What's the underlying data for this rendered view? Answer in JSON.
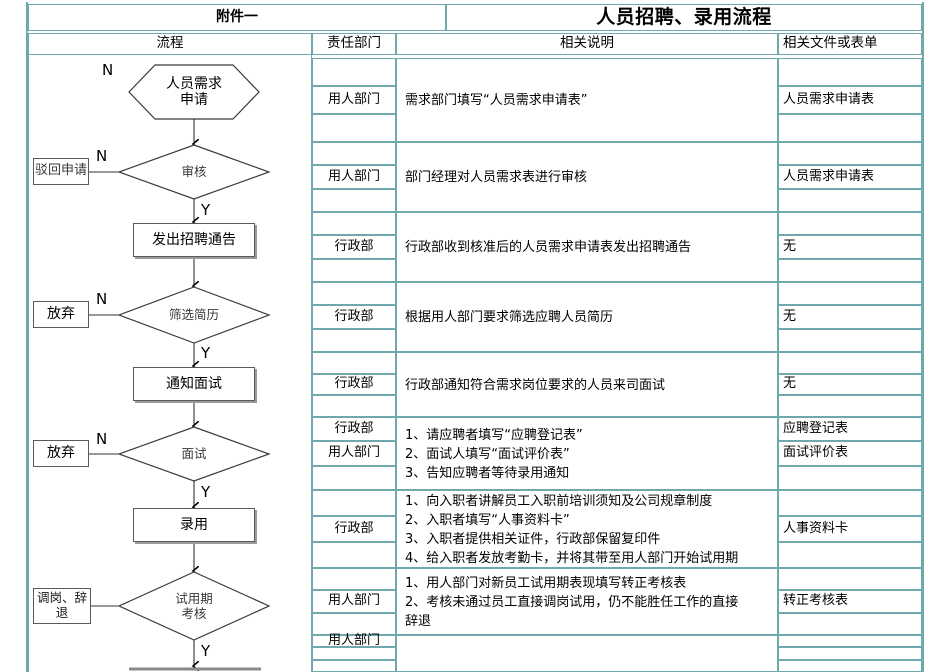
{
  "document": {
    "attachment_label": "附件一",
    "title": "人员招聘、录用流程"
  },
  "table": {
    "headers": {
      "flow": "流程",
      "department": "责任部门",
      "description": "相关说明",
      "documents": "相关文件或表单"
    },
    "rows": [
      {
        "departments": [
          "",
          "用人部门",
          ""
        ],
        "description": "需求部门填写“人员需求申请表”",
        "documents": [
          "",
          "人员需求申请表",
          ""
        ]
      },
      {
        "departments": [
          "",
          "用人部门",
          ""
        ],
        "description": "部门经理对人员需求表进行审核",
        "documents": [
          "",
          "人员需求申请表",
          ""
        ]
      },
      {
        "departments": [
          "",
          "行政部",
          ""
        ],
        "description": "行政部收到核准后的人员需求申请表发出招聘通告",
        "documents": [
          "",
          "无",
          ""
        ]
      },
      {
        "departments": [
          "",
          "行政部",
          ""
        ],
        "description": "根据用人部门要求筛选应聘人员简历",
        "documents": [
          "",
          "无",
          ""
        ]
      },
      {
        "departments": [
          "",
          "行政部",
          ""
        ],
        "description": "行政部通知符合需求岗位要求的人员来司面试",
        "documents": [
          "",
          "无",
          ""
        ]
      },
      {
        "departments": [
          "行政部",
          "用人部门",
          ""
        ],
        "description": "1、请应聘者填写“应聘登记表”\n2、面试人填写“面试评价表”\n3、告知应聘者等待录用通知",
        "documents": [
          "应聘登记表",
          "面试评价表",
          ""
        ]
      },
      {
        "departments": [
          "",
          "行政部",
          ""
        ],
        "description": "1、向入职者讲解员工入职前培训须知及公司规章制度\n2、入职者填写“人事资料卡”\n3、入职者提供相关证件，行政部保留复印件\n4、给入职者发放考勤卡，并将其带至用人部门开始试用期",
        "documents": [
          "",
          "人事资料卡",
          ""
        ]
      },
      {
        "departments": [
          "",
          "用人部门",
          ""
        ],
        "description": "1、用人部门对新员工试用期表现填写转正考核表\n2、考核未通过员工直接调岗试用，仍不能胜任工作的直接\n    辞退",
        "documents": [
          "",
          "转正考核表",
          ""
        ]
      },
      {
        "departments": [
          "用人部门",
          "",
          ""
        ],
        "description": "",
        "documents": [
          "",
          "",
          ""
        ]
      }
    ]
  },
  "flowchart": {
    "nodes": [
      {
        "id": "apply",
        "shape": "hexagon",
        "label": "人员需求\n申请"
      },
      {
        "id": "review",
        "shape": "diamond",
        "label": "审核"
      },
      {
        "id": "reject",
        "shape": "box",
        "label": "驳回申请"
      },
      {
        "id": "announce",
        "shape": "box",
        "label": "发出招聘通告"
      },
      {
        "id": "screen",
        "shape": "diamond",
        "label": "筛选简历"
      },
      {
        "id": "giveup1",
        "shape": "box",
        "label": "放弃"
      },
      {
        "id": "notify",
        "shape": "box",
        "label": "通知面试"
      },
      {
        "id": "interview",
        "shape": "diamond",
        "label": "面试"
      },
      {
        "id": "giveup2",
        "shape": "box",
        "label": "放弃"
      },
      {
        "id": "hire",
        "shape": "box",
        "label": "录用"
      },
      {
        "id": "probation",
        "shape": "diamond",
        "label": "试用期\n考核"
      },
      {
        "id": "transfer",
        "shape": "box",
        "label": "调岗、辞\n退"
      }
    ],
    "branch_labels": {
      "n_top": "N",
      "review_n": "N",
      "review_y": "Y",
      "screen_n": "N",
      "screen_y": "Y",
      "interview_n": "N",
      "interview_y": "Y",
      "probation_n": "",
      "probation_y": "Y"
    }
  },
  "colors": {
    "grid": "#6fa8ad",
    "shape_stroke": "#5a5a5a",
    "text": "#000000"
  }
}
